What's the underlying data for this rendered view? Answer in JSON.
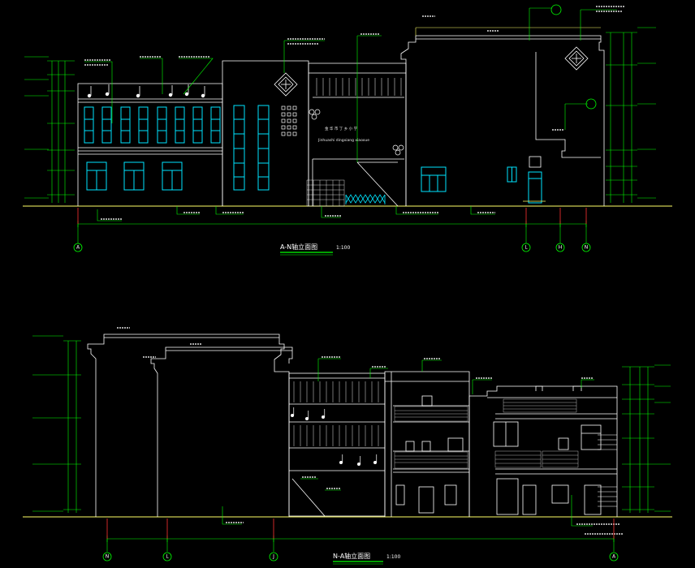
{
  "drawings": [
    {
      "title": "A-N轴立面图",
      "scale": "1:100",
      "axes": [
        "A",
        "L",
        "H",
        "N"
      ]
    },
    {
      "title": "N-A轴立面图",
      "scale": "1:100",
      "axes": [
        "N",
        "L",
        "J",
        "A"
      ]
    }
  ],
  "signage": {
    "school_name": "金 华 市 丁 乡 小 学",
    "school_pinyin": "Jinhuashi dingxiang xiaoxue"
  },
  "colors": {
    "background": "#000000",
    "ground": "#ffff66",
    "outline": "#ffffff",
    "windows": "#00e5ff",
    "dimensions": "#00ff00",
    "leaders": "#00ff00",
    "axis_line": "#ff3333",
    "axis_bubble": "#00ff00"
  }
}
